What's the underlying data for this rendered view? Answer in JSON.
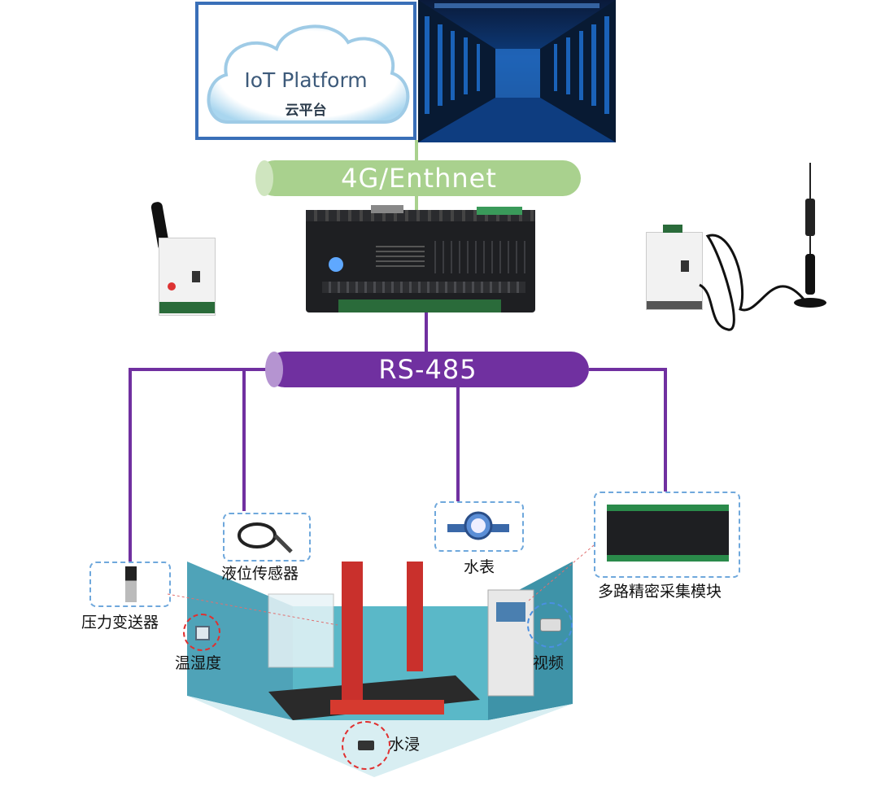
{
  "cloud": {
    "title": "IoT Platform",
    "subtitle": "云平台"
  },
  "network": {
    "label": "4G/Enthnet"
  },
  "bus": {
    "label": "RS-485"
  },
  "sensors": {
    "pressure": "压力变送器",
    "level": "液位传感器",
    "water_meter": "水表",
    "acq_module": "多路精密采集模块",
    "temp_humidity": "温湿度",
    "video": "视频",
    "flood": "水浸"
  },
  "colors": {
    "net": "#a9d18e",
    "bus": "#7030a0",
    "frame": "#3a6fb8",
    "dash": "#6fa8dc",
    "alert": "#e03030"
  }
}
